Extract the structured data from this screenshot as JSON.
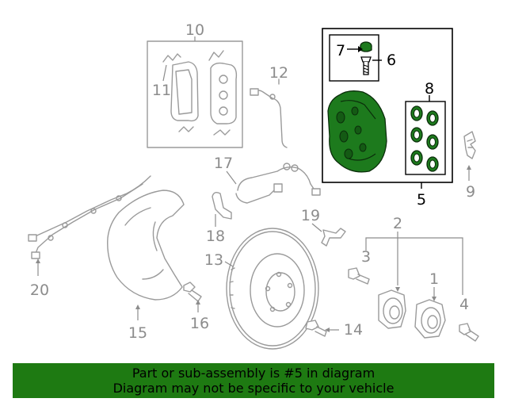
{
  "callouts": {
    "c1": "1",
    "c2": "2",
    "c3": "3",
    "c4": "4",
    "c5": "5",
    "c6": "6",
    "c7": "7",
    "c8": "8",
    "c9": "9",
    "c10": "10",
    "c11": "11",
    "c12": "12",
    "c13": "13",
    "c14": "14",
    "c15": "15",
    "c16": "16",
    "c17": "17",
    "c18": "18",
    "c19": "19",
    "c20": "20"
  },
  "highlight_color": "#1d7a1d",
  "banner": {
    "line1": "Part or sub-assembly is #5 in diagram",
    "line2": "Diagram may not be specific to your vehicle",
    "background": "#1e7a12"
  }
}
